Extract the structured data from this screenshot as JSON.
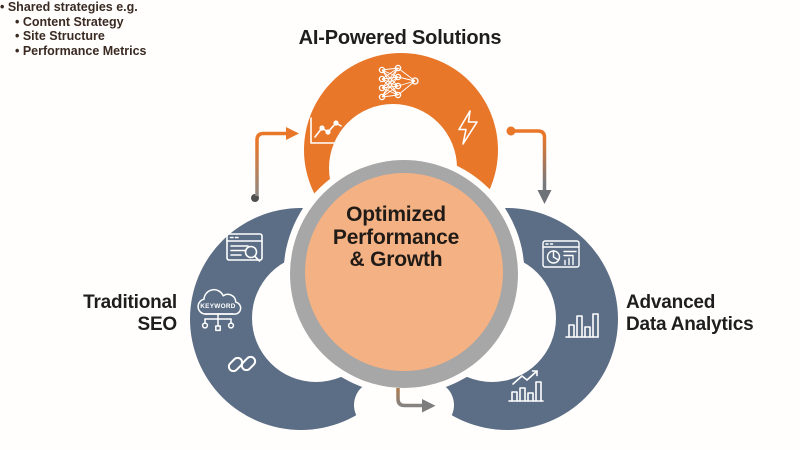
{
  "title": "AI-Powered Solutions",
  "labels": {
    "left": {
      "lines": [
        "Traditional",
        "SEO"
      ]
    },
    "right": {
      "lines": [
        "Advanced",
        "Data Analytics"
      ]
    }
  },
  "center": {
    "heading_lines": [
      "Optimized",
      "Performance",
      "& Growth"
    ],
    "bullets": [
      "• Shared strategies e.g.",
      "• Content Strategy",
      "• Site Structure",
      "• Performance Metrics"
    ]
  },
  "icons": {
    "left_lobe": [
      "search-results-page",
      "keyword-cloud",
      "link-chain"
    ],
    "top_lobe": [
      "line-chart",
      "neural-network",
      "lightning-bolt"
    ],
    "right_lobe": [
      "analytics-dashboard",
      "bar-chart",
      "growth-chart"
    ],
    "keyword_cloud_label": "KEYWORD"
  },
  "colors": {
    "orange": "#E8772A",
    "slate": "#5C6E86",
    "center_fill": "#F4B183",
    "ring": "#A7A7A7",
    "background": "#FFFFFF",
    "arrow_gray": "#6F7377",
    "arrow_dark_dot": "#4F4F4F",
    "icon_stroke": "#FFFFFF"
  }
}
